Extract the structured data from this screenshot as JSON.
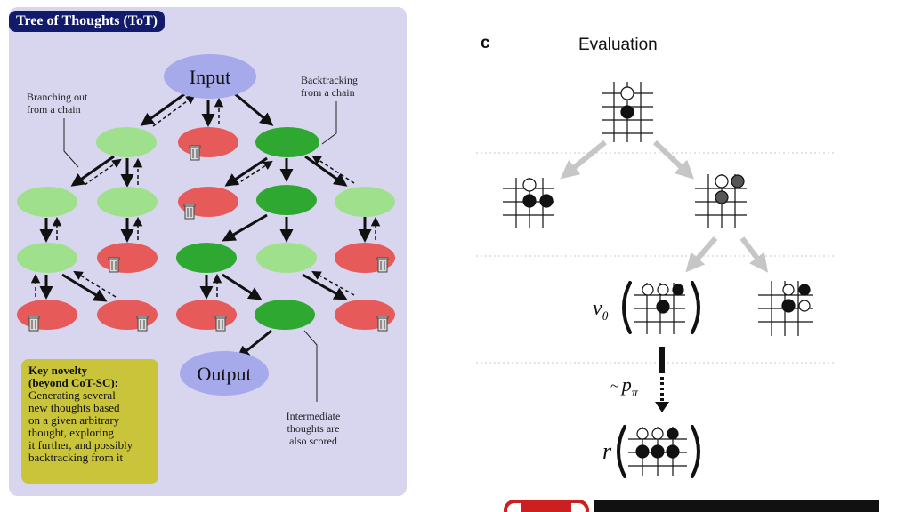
{
  "tot": {
    "title": "Tree of Thoughts (ToT)",
    "input_label": "Input",
    "output_label": "Output",
    "branching_label": [
      "Branching out",
      "from a chain"
    ],
    "backtracking_label": [
      "Backtracking",
      "from a chain"
    ],
    "intermediate_label": [
      "Intermediate",
      "thoughts are",
      "also scored"
    ],
    "key_title": [
      "Key novelty",
      "(beyond CoT-SC):"
    ],
    "key_body": [
      "Generating several",
      "new thoughts based",
      "on a given arbitrary",
      "thought, exploring",
      "it further, and possibly",
      "backtracking from it"
    ],
    "colors": {
      "panel": "#d8d6ef",
      "io_node": "#a6a9ea",
      "light_green": "#9fe08d",
      "dark_green": "#2fa832",
      "red": "#e75a5a",
      "key_box": "#c9c43a",
      "title_bg": "#121a6b"
    }
  },
  "evaluation": {
    "panel_letter": "c",
    "title": "Evaluation",
    "value_symbol": "ν",
    "value_subscript": "θ",
    "rollout_tilde": "~",
    "rollout_symbol": "p",
    "rollout_subscript": "π",
    "reward_symbol": "r"
  }
}
